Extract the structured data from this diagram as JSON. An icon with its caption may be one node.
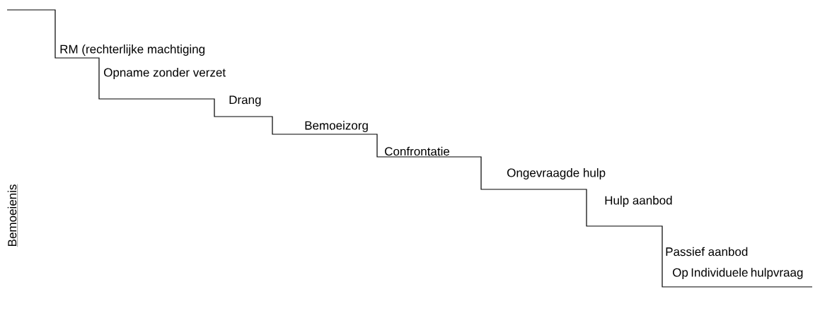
{
  "diagram": {
    "labels": [
      "RM (rechterlijke machtiging",
      "Opname zonder verzet",
      "Drang",
      "Bemoeizorg",
      "Confrontatie",
      "Ongevraagde hulp",
      "Hulp aanbod",
      "Passief aanbod",
      "Op Individuele hulpvraag",
      "Bemoeienis"
    ]
  }
}
